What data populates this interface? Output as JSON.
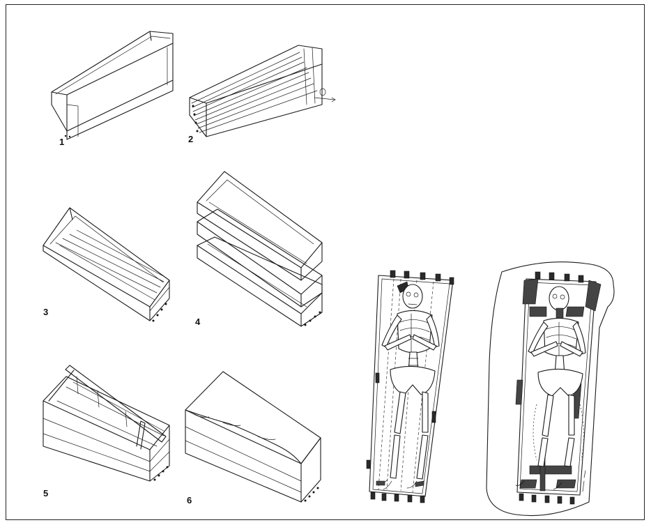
{
  "figure": {
    "labels": [
      "1",
      "2",
      "3",
      "4",
      "5",
      "6"
    ]
  }
}
